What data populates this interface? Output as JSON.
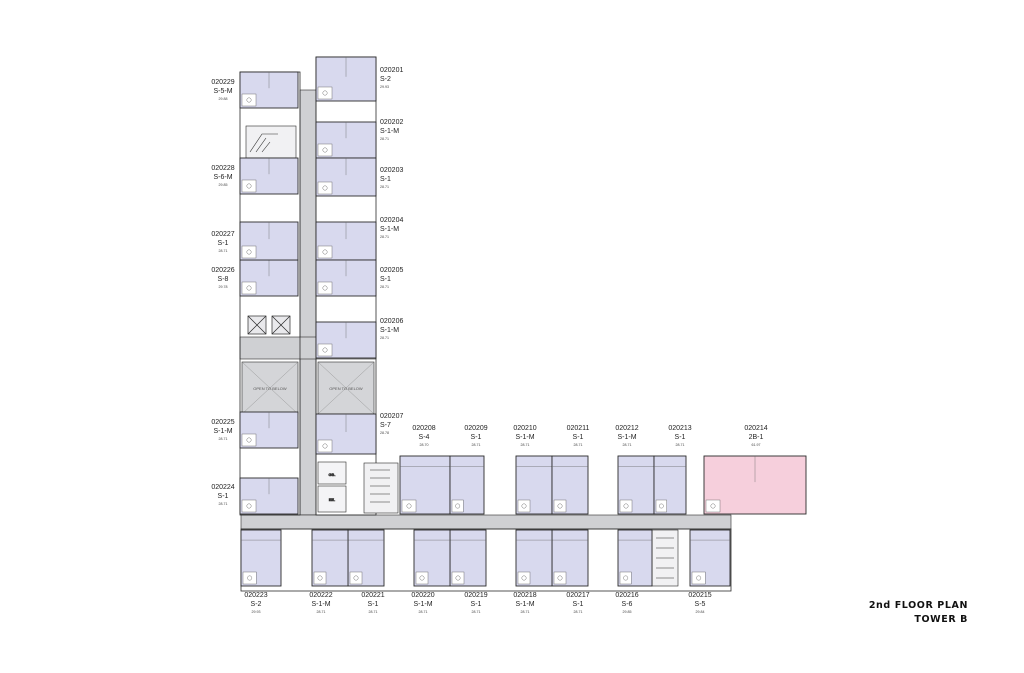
{
  "title": {
    "line1": "2nd FLOOR PLAN",
    "line2": "TOWER B"
  },
  "colors": {
    "unit": "#d8d9ee",
    "special_unit": "#f6cfdc",
    "corridor": "#cfd0d3",
    "wall": "#2b2b2b",
    "void": "#d4d5d8"
  },
  "rooms": {
    "open_to_below": "OPEN TO BELOW",
    "gb": "GB.",
    "ee": "EE."
  },
  "units": [
    {
      "id": "020201",
      "type": "S-2",
      "area": "29.93"
    },
    {
      "id": "020202",
      "type": "S-1-M",
      "area": "28.71"
    },
    {
      "id": "020203",
      "type": "S-1",
      "area": "28.71"
    },
    {
      "id": "020204",
      "type": "S-1-M",
      "area": "28.71"
    },
    {
      "id": "020205",
      "type": "S-1",
      "area": "28.71"
    },
    {
      "id": "020206",
      "type": "S-1-M",
      "area": "28.71"
    },
    {
      "id": "020207",
      "type": "S-7",
      "area": "28.78"
    },
    {
      "id": "020208",
      "type": "S-4",
      "area": "28.70"
    },
    {
      "id": "020209",
      "type": "S-1",
      "area": "28.71"
    },
    {
      "id": "020210",
      "type": "S-1-M",
      "area": "28.71"
    },
    {
      "id": "020211",
      "type": "S-1",
      "area": "28.71"
    },
    {
      "id": "020212",
      "type": "S-1-M",
      "area": "28.71"
    },
    {
      "id": "020213",
      "type": "S-1",
      "area": "28.71"
    },
    {
      "id": "020214",
      "type": "2B-1",
      "area": "61.97"
    },
    {
      "id": "020215",
      "type": "S-5",
      "area": "29.84"
    },
    {
      "id": "020216",
      "type": "S-6",
      "area": "29.85"
    },
    {
      "id": "020217",
      "type": "S-1",
      "area": "28.71"
    },
    {
      "id": "020218",
      "type": "S-1-M",
      "area": "28.71"
    },
    {
      "id": "020219",
      "type": "S-1",
      "area": "28.71"
    },
    {
      "id": "020220",
      "type": "S-1-M",
      "area": "28.71"
    },
    {
      "id": "020221",
      "type": "S-1",
      "area": "28.71"
    },
    {
      "id": "020222",
      "type": "S-1-M",
      "area": "28.71"
    },
    {
      "id": "020223",
      "type": "S-2",
      "area": "29.93"
    },
    {
      "id": "020224",
      "type": "S-1",
      "area": "28.71"
    },
    {
      "id": "020225",
      "type": "S-1-M",
      "area": "28.71"
    },
    {
      "id": "020226",
      "type": "S-8",
      "area": "29.78"
    },
    {
      "id": "020227",
      "type": "S-1",
      "area": "28.71"
    },
    {
      "id": "020228",
      "type": "S-6-M",
      "area": "29.85"
    },
    {
      "id": "020229",
      "type": "S-5-M",
      "area": "29.88"
    }
  ]
}
